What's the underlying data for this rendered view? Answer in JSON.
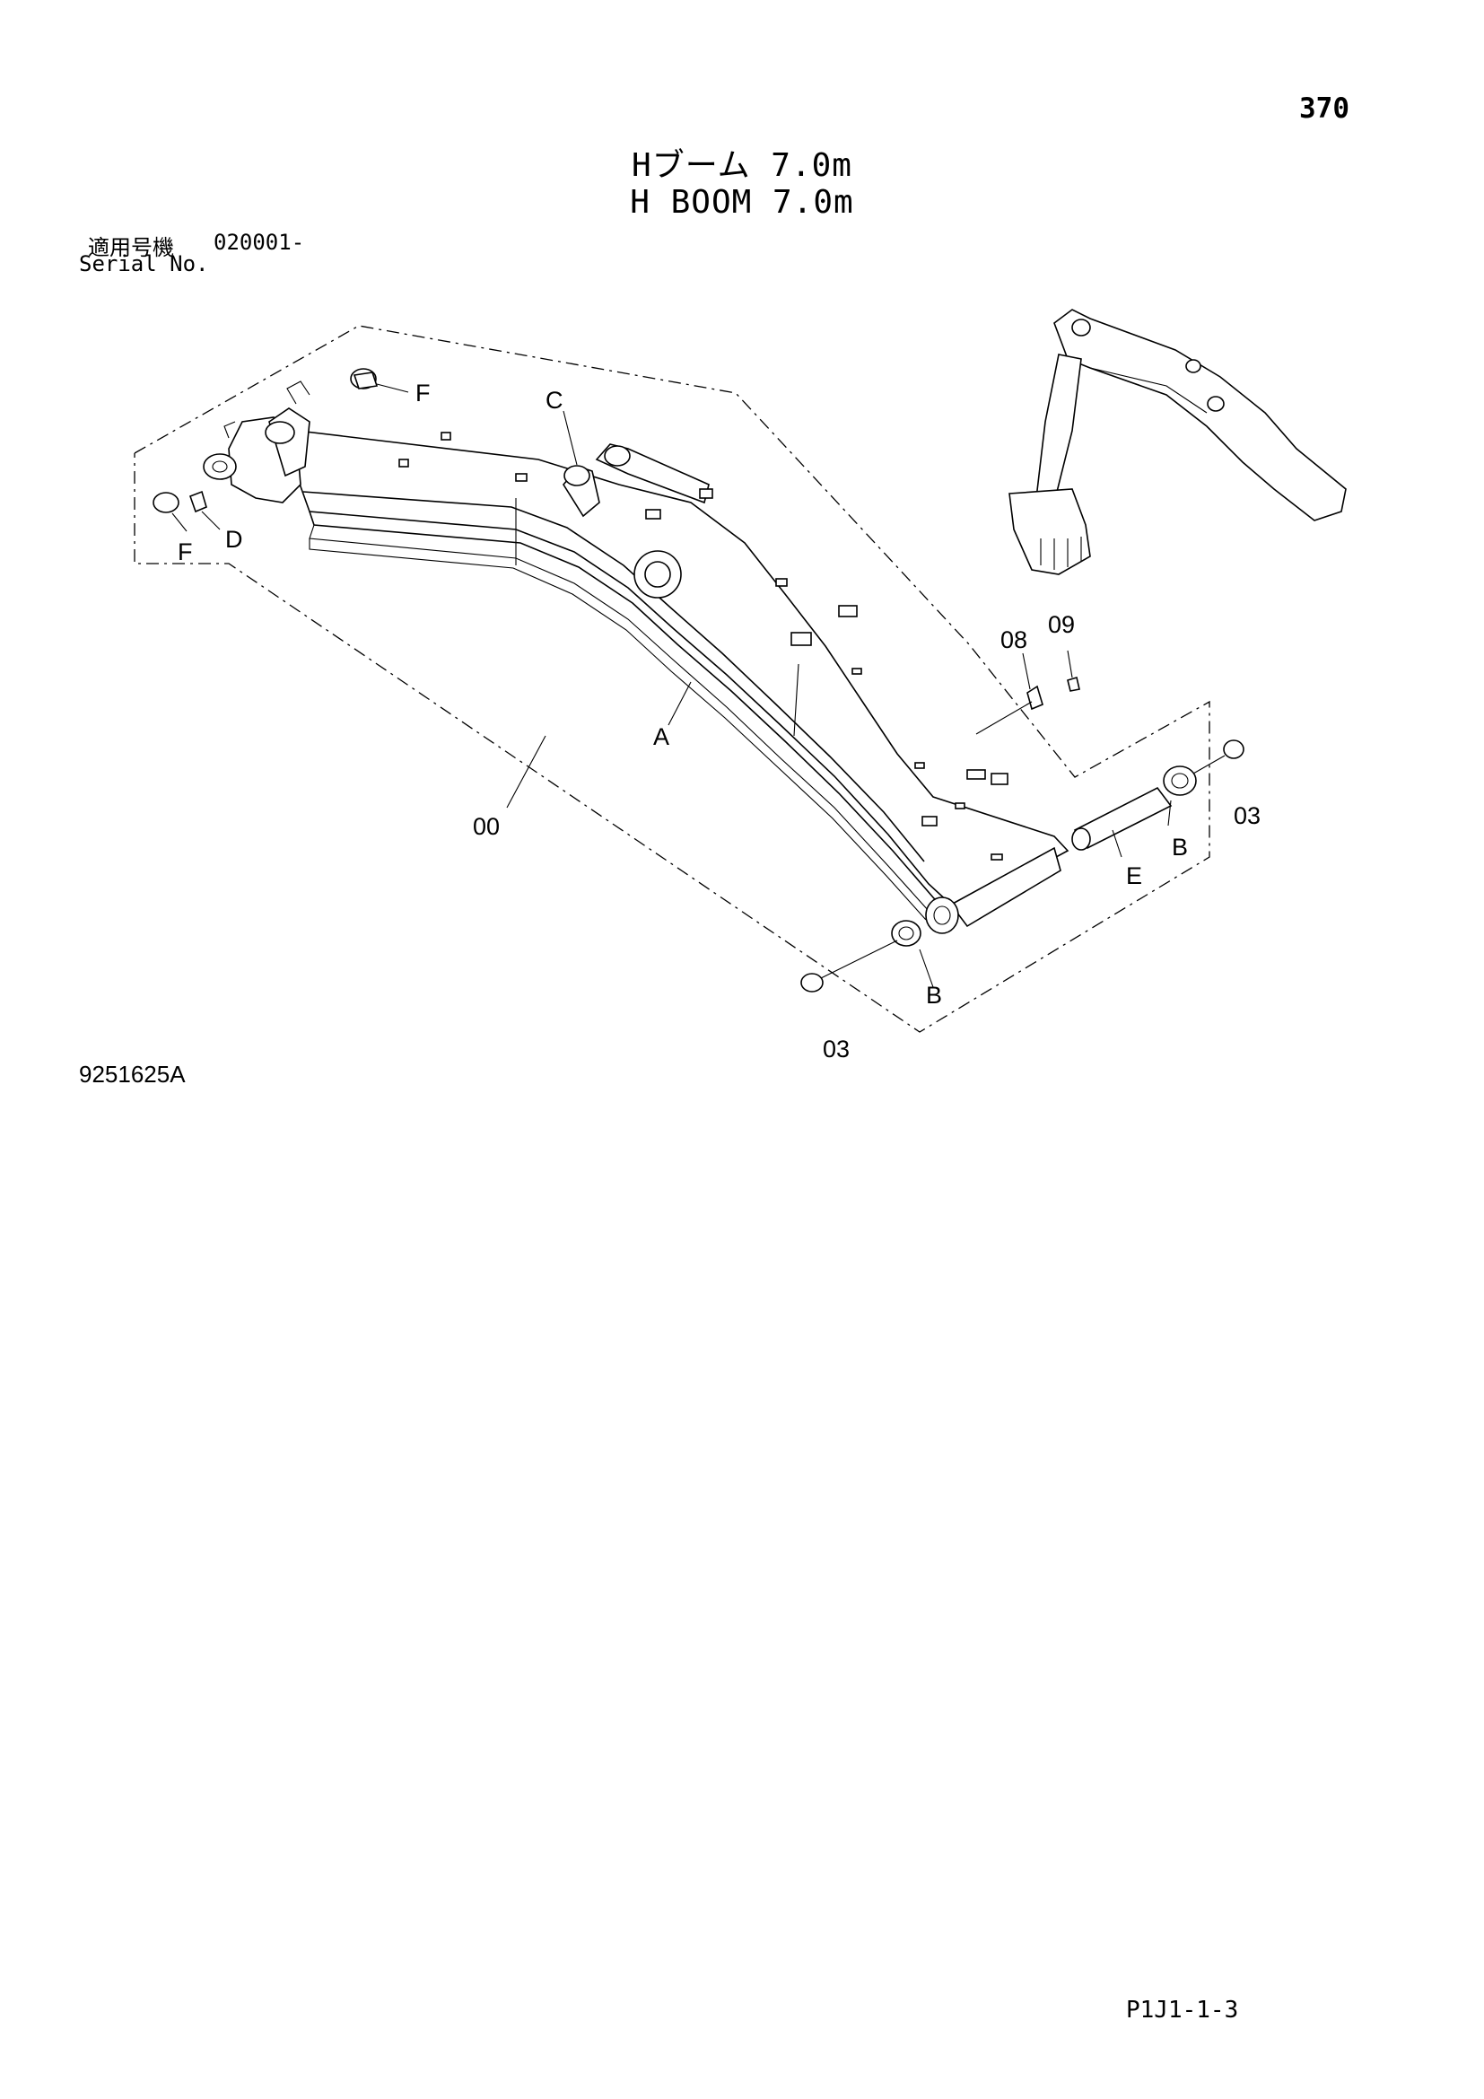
{
  "page_number": "370",
  "title_jp": "Hブーム 7.0m",
  "title_en": "H BOOM 7.0m",
  "serial_label_jp": "適用号機",
  "serial_label_en": "Serial No.",
  "serial_value": "020001-",
  "drawing_number": "9251625A",
  "page_code": "P1J1-1-3",
  "callouts": {
    "A": "A",
    "B": "B",
    "C": "C",
    "D": "D",
    "E": "E",
    "F": "F",
    "p00": "00",
    "p03": "03",
    "p08": "08",
    "p09": "09"
  }
}
